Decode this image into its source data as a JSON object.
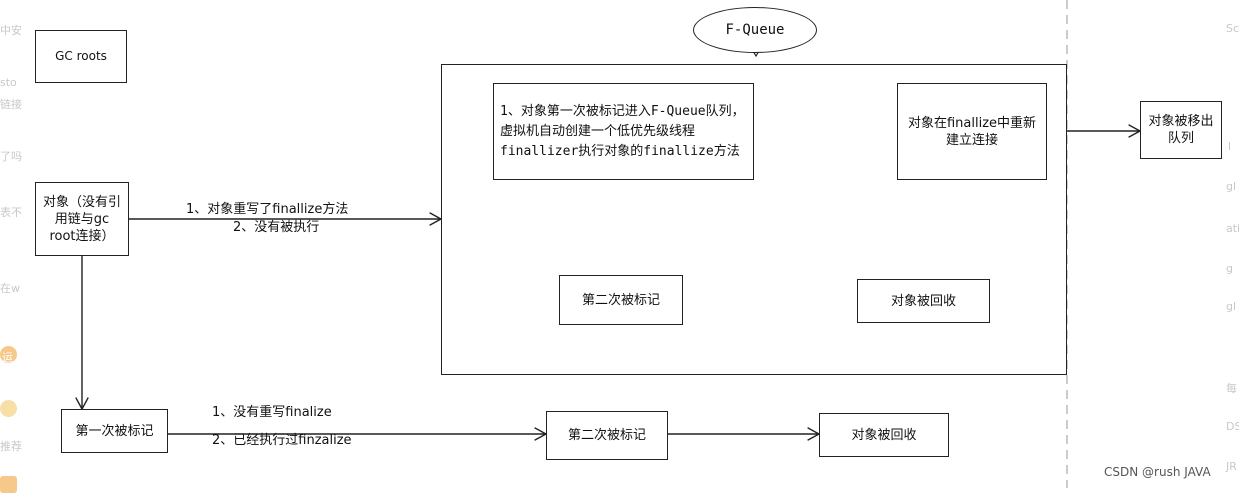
{
  "nodes": {
    "gc_roots": "GC roots",
    "object": "对象（没有引用链与gc root连接）",
    "first_mark": "第一次被标记",
    "second_mark_bottom": "第二次被标记",
    "reclaimed_bottom": "对象被回收",
    "f_queue": "F-Queue",
    "fqueue_step": "1、对象第一次被标记进入F-Queue队列，虚拟机自动创建一个低优先级线程finallizer执行对象的finallize方法",
    "reconnect": "对象在finallize中重新建立连接",
    "removed": "对象被移出队列",
    "second_mark_inner": "第二次被标记",
    "reclaimed_inner": "对象被回收"
  },
  "edges": {
    "to_fqueue_line1": "1、对象重写了finallize方法",
    "to_fqueue_line2": "2、没有被执行",
    "bottom_line1": "1、没有重写finalize",
    "bottom_line2": "2、已经执行过finzalize"
  },
  "watermark": "CSDN @rush JAVA",
  "edge_fragments": {
    "left": [
      "中安",
      "sto",
      "链接",
      "了吗",
      "表不",
      "在w",
      "运",
      "推荐"
    ],
    "right": [
      "Sc",
      "l",
      "gl",
      "ati",
      "g",
      "gl",
      "每",
      "DS",
      "JR"
    ]
  },
  "colors": {
    "line": "#222222",
    "dashed": "#bbbbbb",
    "edge_text": "#c8c8c8",
    "icon": "#f6c98a"
  }
}
